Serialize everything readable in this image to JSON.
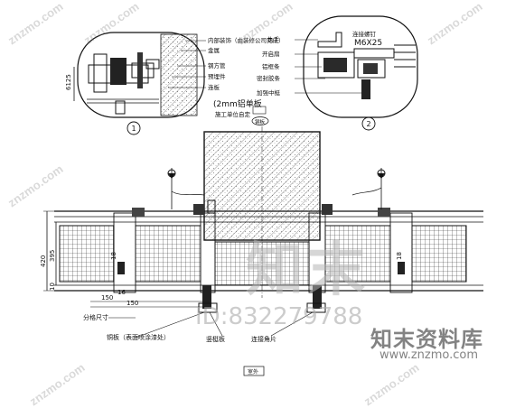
{
  "detail1": {
    "labels": [
      "内部装饰（由装修公司完成）",
      "金属",
      "钢方管",
      "预埋件",
      "连板"
    ],
    "dim": "6125",
    "tag": "1"
  },
  "detail2": {
    "labels": [
      "执手",
      "开启扇",
      "铝框条",
      "密封胶条",
      "加强中梃"
    ],
    "bolt": "连接螺钉",
    "bolt_size": "M6X25",
    "tag": "2"
  },
  "middle_notes": {
    "gap_note": "(2mm铝单板",
    "gap_note2": "施工单位自定",
    "steel_label": "钢板"
  },
  "elevation": {
    "dims_left": [
      "420",
      "395",
      "10"
    ],
    "dims_bottom": [
      "150",
      "150",
      "16"
    ],
    "dim_right_a": "18",
    "dim_right_b": "18",
    "labels_bottom": [
      "分格尺寸",
      "铜板（表面喷涂漆处）",
      "竖梃板",
      "连接角片"
    ],
    "footer_tag": "室外"
  },
  "watermark": {
    "small": "znzmo.com",
    "big": "知末",
    "id": "ID:832279788",
    "brand": "知末资料库",
    "url": "www.znzmo.com"
  },
  "colors": {
    "line": "#111111",
    "concrete": "#d9d9d9",
    "hatch": "#555555"
  }
}
